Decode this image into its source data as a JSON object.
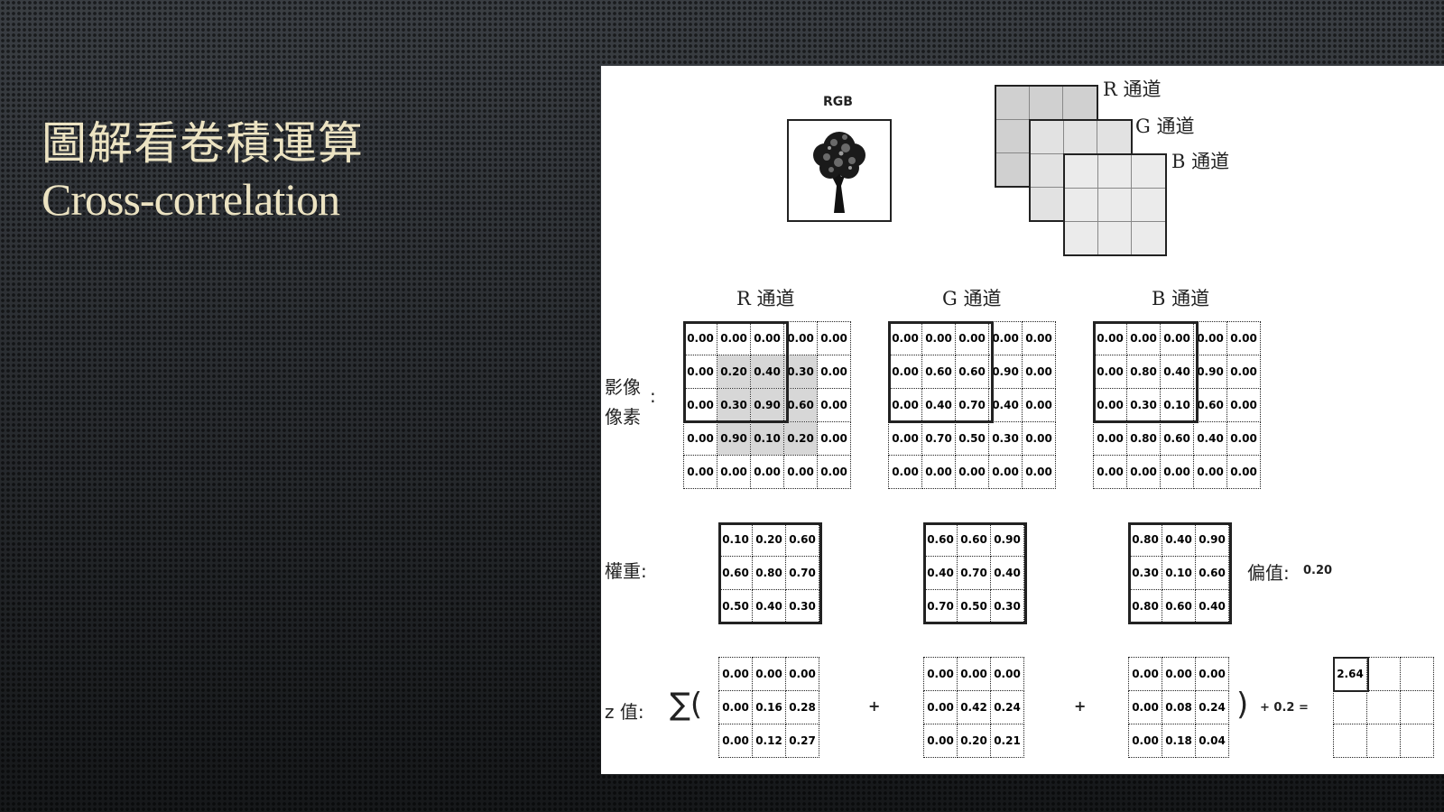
{
  "slide": {
    "title": "圖解看卷積運算",
    "subtitle": "Cross-correlation"
  },
  "top": {
    "rgb_label": "RGB",
    "stack_labels": [
      "R 通道",
      "G 通道",
      "B 通道"
    ],
    "stack_colors": [
      "#d0d0d0",
      "#e2e2e2",
      "#ebebeb"
    ]
  },
  "labels": {
    "image_pixels_line1": "影像",
    "image_pixels_line2": "像素",
    "image_pixels_colon": ":",
    "weights": "權重:",
    "bias_label": "偏值:",
    "bias_value": "0.20",
    "z_label": "z 值:",
    "sum_symbol": "∑(",
    "plus": "+",
    "close_paren": ")",
    "plus_bias": "+ 0.2 ="
  },
  "channels": [
    {
      "name": "R 通道",
      "pixels": [
        [
          "0.00",
          "0.00",
          "0.00",
          "0.00",
          "0.00"
        ],
        [
          "0.00",
          "0.20",
          "0.40",
          "0.30",
          "0.00"
        ],
        [
          "0.00",
          "0.30",
          "0.90",
          "0.60",
          "0.00"
        ],
        [
          "0.00",
          "0.90",
          "0.10",
          "0.20",
          "0.00"
        ],
        [
          "0.00",
          "0.00",
          "0.00",
          "0.00",
          "0.00"
        ]
      ],
      "shaded": true,
      "weights": [
        [
          "0.10",
          "0.20",
          "0.60"
        ],
        [
          "0.60",
          "0.80",
          "0.70"
        ],
        [
          "0.50",
          "0.40",
          "0.30"
        ]
      ],
      "products": [
        [
          "0.00",
          "0.00",
          "0.00"
        ],
        [
          "0.00",
          "0.16",
          "0.28"
        ],
        [
          "0.00",
          "0.12",
          "0.27"
        ]
      ]
    },
    {
      "name": "G 通道",
      "pixels": [
        [
          "0.00",
          "0.00",
          "0.00",
          "0.00",
          "0.00"
        ],
        [
          "0.00",
          "0.60",
          "0.60",
          "0.90",
          "0.00"
        ],
        [
          "0.00",
          "0.40",
          "0.70",
          "0.40",
          "0.00"
        ],
        [
          "0.00",
          "0.70",
          "0.50",
          "0.30",
          "0.00"
        ],
        [
          "0.00",
          "0.00",
          "0.00",
          "0.00",
          "0.00"
        ]
      ],
      "shaded": false,
      "weights": [
        [
          "0.60",
          "0.60",
          "0.90"
        ],
        [
          "0.40",
          "0.70",
          "0.40"
        ],
        [
          "0.70",
          "0.50",
          "0.30"
        ]
      ],
      "products": [
        [
          "0.00",
          "0.00",
          "0.00"
        ],
        [
          "0.00",
          "0.42",
          "0.24"
        ],
        [
          "0.00",
          "0.20",
          "0.21"
        ]
      ]
    },
    {
      "name": "B 通道",
      "pixels": [
        [
          "0.00",
          "0.00",
          "0.00",
          "0.00",
          "0.00"
        ],
        [
          "0.00",
          "0.80",
          "0.40",
          "0.90",
          "0.00"
        ],
        [
          "0.00",
          "0.30",
          "0.10",
          "0.60",
          "0.00"
        ],
        [
          "0.00",
          "0.80",
          "0.60",
          "0.40",
          "0.00"
        ],
        [
          "0.00",
          "0.00",
          "0.00",
          "0.00",
          "0.00"
        ]
      ],
      "shaded": false,
      "weights": [
        [
          "0.80",
          "0.40",
          "0.90"
        ],
        [
          "0.30",
          "0.10",
          "0.60"
        ],
        [
          "0.80",
          "0.60",
          "0.40"
        ]
      ],
      "products": [
        [
          "0.00",
          "0.00",
          "0.00"
        ],
        [
          "0.00",
          "0.08",
          "0.24"
        ],
        [
          "0.00",
          "0.18",
          "0.04"
        ]
      ]
    }
  ],
  "result": [
    [
      "2.64",
      "",
      ""
    ],
    [
      "",
      "",
      ""
    ],
    [
      "",
      "",
      ""
    ]
  ]
}
